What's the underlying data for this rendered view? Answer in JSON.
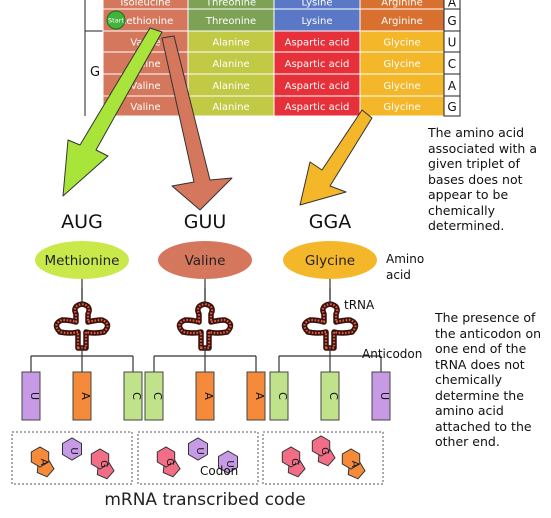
{
  "codon_table": {
    "first_base": "G",
    "top_rows": [
      {
        "cells": [
          "Isoleucine",
          "Threonine",
          "Lysine",
          "Arginine"
        ],
        "third_base": "A"
      },
      {
        "cells": [
          "Methionine",
          "Threonine",
          "Lysine",
          "Arginine"
        ],
        "third_base": "G",
        "start_label": "Start"
      }
    ],
    "g_rows": [
      {
        "cells": [
          "Valine",
          "Alanine",
          "Aspartic acid",
          "Glycine"
        ],
        "third_base": "U"
      },
      {
        "cells": [
          "Valine",
          "Alanine",
          "Aspartic acid",
          "Glycine"
        ],
        "third_base": "C"
      },
      {
        "cells": [
          "Valine",
          "Alanine",
          "Aspartic acid",
          "Glycine"
        ],
        "third_base": "A"
      },
      {
        "cells": [
          "Valine",
          "Alanine",
          "Aspartic acid",
          "Glycine"
        ],
        "third_base": "G"
      }
    ],
    "column_colors": [
      "#d4775c",
      "#7ea255",
      "#5a78c6",
      "#d8702f"
    ],
    "g_column_colors": [
      "#d4775c",
      "#c2c944",
      "#e6303a",
      "#f5b72a"
    ]
  },
  "groups": [
    {
      "codon": "AUG",
      "amino_acid": "Methionine",
      "ellipse_color": "#c9e94a",
      "arrow_color": "#a8e43a",
      "anticodon": [
        {
          "base": "U",
          "color": "#c79ae6"
        },
        {
          "base": "A",
          "color": "#f48a3a"
        },
        {
          "base": "C",
          "color": "#bfe28a"
        }
      ],
      "mrna": [
        {
          "base": "A",
          "shape": "pentagon",
          "color": "#f48a3a"
        },
        {
          "base": "U",
          "shape": "hexagon",
          "color": "#c79ae6"
        },
        {
          "base": "G",
          "shape": "pentagon",
          "color": "#f26e86"
        }
      ]
    },
    {
      "codon": "GUU",
      "amino_acid": "Valine",
      "ellipse_color": "#d4775c",
      "arrow_color": "#d4775c",
      "anticodon": [
        {
          "base": "C",
          "color": "#bfe28a"
        },
        {
          "base": "A",
          "color": "#f48a3a"
        },
        {
          "base": "A",
          "color": "#f48a3a"
        }
      ],
      "mrna": [
        {
          "base": "G",
          "shape": "pentagon",
          "color": "#f26e86"
        },
        {
          "base": "U",
          "shape": "hexagon",
          "color": "#c79ae6"
        },
        {
          "base": "U",
          "shape": "hexagon",
          "color": "#c79ae6"
        }
      ]
    },
    {
      "codon": "GGA",
      "amino_acid": "Glycine",
      "ellipse_color": "#f5b72a",
      "arrow_color": "#f5b72a",
      "anticodon": [
        {
          "base": "C",
          "color": "#bfe28a"
        },
        {
          "base": "C",
          "color": "#bfe28a"
        },
        {
          "base": "U",
          "color": "#c79ae6"
        }
      ],
      "mrna": [
        {
          "base": "G",
          "shape": "pentagon",
          "color": "#f26e86"
        },
        {
          "base": "G",
          "shape": "pentagon",
          "color": "#f26e86"
        },
        {
          "base": "A",
          "shape": "pentagon",
          "color": "#f48a3a"
        }
      ]
    }
  ],
  "labels": {
    "amino_acid": [
      "Amino",
      "acid"
    ],
    "trna": "tRNA",
    "anticodon": "Anticodon",
    "codon": "Codon"
  },
  "notes": {
    "right": "The amino acid associated with a given triplet of bases does not appear to be chemically determined.",
    "bottom": "The  presence of the anticodon on one end of the tRNA  does not chemically determine the amino acid attached to the other end."
  },
  "footer": "mRNA transcribed code"
}
